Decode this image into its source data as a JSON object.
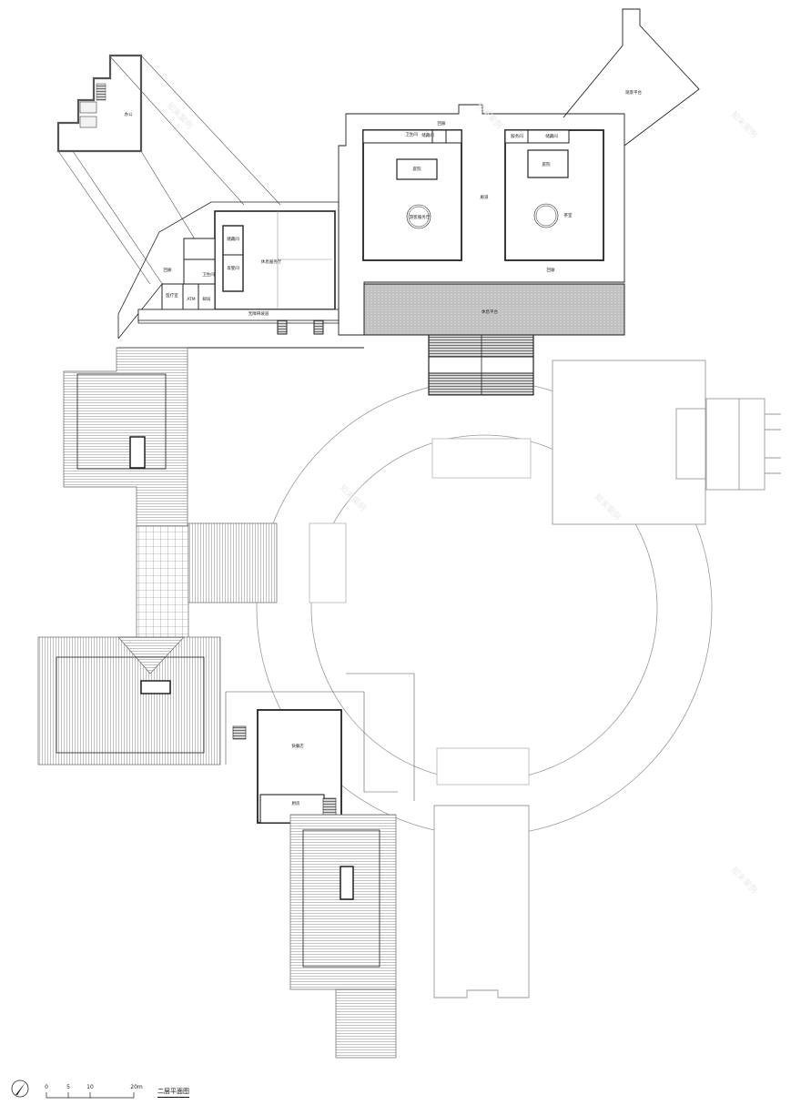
{
  "drawing": {
    "title": "二层平面图",
    "type": "architectural floor plan"
  },
  "scale_bar": {
    "ticks": [
      "0",
      "5",
      "10",
      "20m"
    ],
    "unit": "m"
  },
  "north_arrow": {
    "icon": "north-arrow-icon"
  },
  "watermark": "知末案例",
  "rooms": {
    "office": "办公",
    "corridor_nw": "回廊",
    "rest_hall": "休息服务厅",
    "storage_1": "储藏间",
    "storage_2": "母婴间",
    "toilet": "卫生间",
    "medical": "医疗室",
    "atm": "ATM",
    "post": "邮局",
    "ramp": "无障碍坡道",
    "north_corridor": "回廊",
    "toilet_2": "卫生间",
    "storage_3": "储藏间",
    "courtyard_1": "庭院",
    "visitor_hall": "游客服务厅",
    "central_corridor": "廊道",
    "office_2": "服务间",
    "storage_4": "储藏间",
    "courtyard_2": "庭院",
    "tea_room": "茶室",
    "south_corridor": "回廊",
    "rest_platform": "休息平台",
    "viewing_platform": "观景平台",
    "fast_food": "快餐店",
    "kitchen": "厨房"
  },
  "colors": {
    "line": "#222222",
    "light_line": "#9a9a9a",
    "deck_hatch": "#8a8a8a",
    "platform_fill": "#cfcfcf"
  }
}
